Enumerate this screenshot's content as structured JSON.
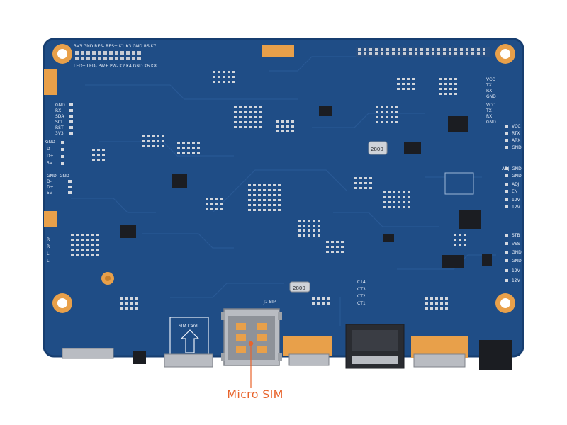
{
  "colors": {
    "board": "#1f4d86",
    "board_edge": "#173e70",
    "trace": "#2a5a96",
    "pad_gold": "#e8a04a",
    "pad_gold_dark": "#c77f2c",
    "silkscreen": "#e8eef8",
    "metal": "#b9bcc2",
    "metal_dark": "#7e8289",
    "chip": "#1b1d22",
    "callout": "#e8642c"
  },
  "labels": {
    "top_header_row1": "3V3 GND RES- RES+ K1 K3 GND RS K7",
    "top_header_row2": "LED+ LED- PW+ PW- K2 K4 GND K6 K8",
    "left_uart": [
      "GND",
      "RX",
      "SDA",
      "SCL",
      "RST",
      "3V3"
    ],
    "left_usb": [
      "GND",
      "D-",
      "D+",
      "5V"
    ],
    "left_usb2": [
      "GND",
      "GND",
      "D-",
      "D+",
      "5V"
    ],
    "left_audio": [
      "R",
      "R",
      "L",
      "L"
    ],
    "right_uart_a": [
      "VCC",
      "TX",
      "RX",
      "GND"
    ],
    "right_uart_b": [
      "VCC",
      "TX",
      "RX",
      "GND"
    ],
    "right_col": [
      "VCC",
      "RTX",
      "ARX",
      "GND"
    ],
    "right_power": [
      "ADJ",
      "GND",
      "GND",
      "ADJ",
      "EN",
      "12V",
      "12V"
    ],
    "right_lower": [
      "STB",
      "VSS",
      "GND",
      "GND",
      "12V",
      "12V"
    ],
    "ct_labels": [
      "CT4",
      "CT3",
      "CT2",
      "CT1"
    ],
    "sim_label": "SIM Card",
    "j1_label": "J1 SIM",
    "crystal_1": "2800",
    "crystal_2": "2800"
  },
  "callout": {
    "text": "Micro SIM"
  }
}
